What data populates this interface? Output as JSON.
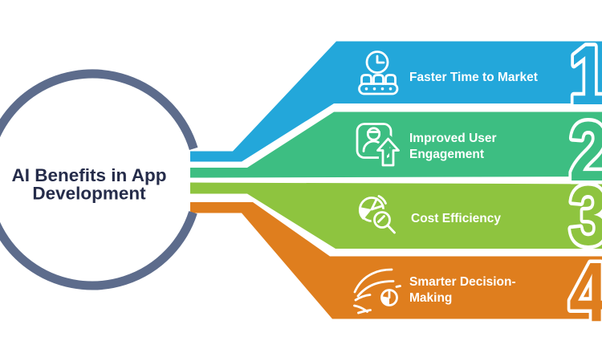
{
  "title": {
    "line1": "AI Benefits in App",
    "line2": "Development"
  },
  "colors": {
    "background": "#ffffff",
    "circle_ring": "#5D6C8C",
    "title_text": "#252C4A",
    "label_text": "#ffffff",
    "band1": "#23A7DA",
    "band2": "#3DBE82",
    "band3": "#8EC43F",
    "band4": "#DF7E1E"
  },
  "benefits": [
    {
      "number": "1",
      "label_line1": "Faster Time to Market",
      "label_line2": "",
      "icon": "clock-conveyor"
    },
    {
      "number": "2",
      "label_line1": "Improved User",
      "label_line2": "Engagement",
      "icon": "user-growth"
    },
    {
      "number": "3",
      "label_line1": "Cost Efficiency",
      "label_line2": "",
      "icon": "pie-chart-magnifier"
    },
    {
      "number": "4",
      "label_line1": "Smarter Decision-",
      "label_line2": "Making",
      "icon": "decision-flow-clock"
    }
  ]
}
